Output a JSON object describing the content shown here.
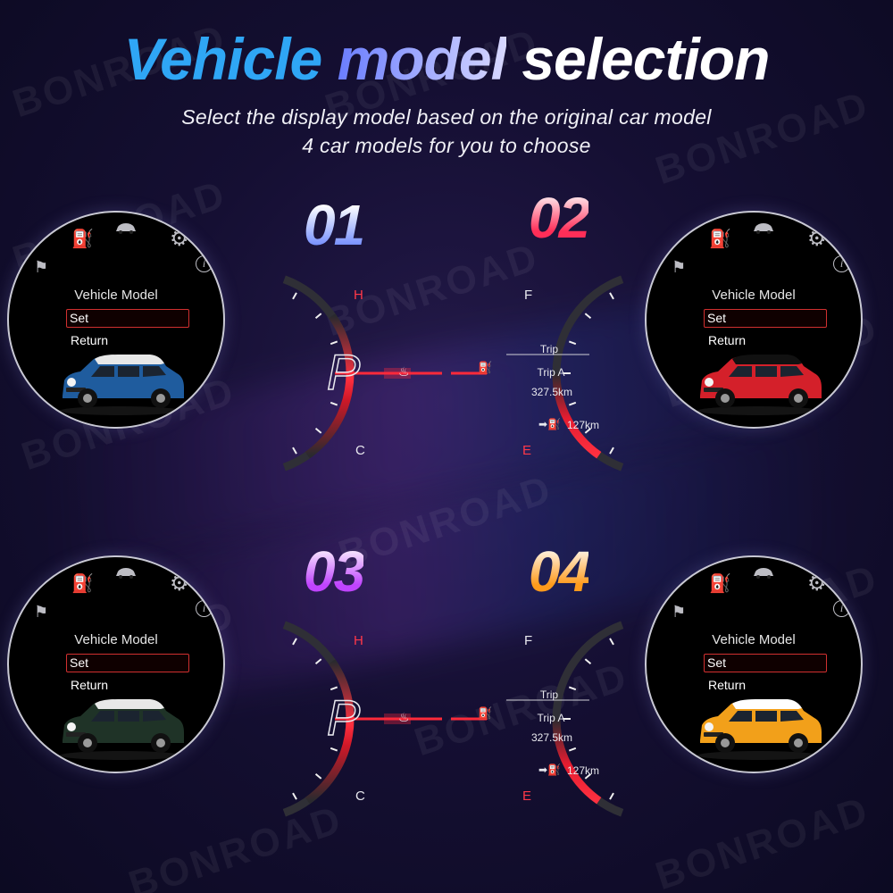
{
  "header": {
    "title_word1": "Vehicle",
    "title_word2": "model",
    "title_word3": "selection",
    "subtitle_line1": "Select the display model based on the original car model",
    "subtitle_line2": "4 car models for you to choose"
  },
  "watermark": "BONROAD",
  "models": [
    {
      "number": "01",
      "accent": "#4a6cff",
      "car_color": "#1f5c9e",
      "roof_color": "#e8e8e8"
    },
    {
      "number": "02",
      "accent": "#ff2e58",
      "car_color": "#d4202a",
      "roof_color": "#111111"
    },
    {
      "number": "03",
      "accent": "#c044ff",
      "car_color": "#1f3327",
      "roof_color": "#e8e8e8"
    },
    {
      "number": "04",
      "accent": "#ff9a1c",
      "car_color": "#f2a01a",
      "roof_color": "#ffffff"
    }
  ],
  "screen": {
    "title": "Vehicle Model",
    "menu_set": "Set",
    "menu_return": "Return",
    "icons": [
      "fuel-pump-icon",
      "car-icon",
      "gear-icon",
      "checkered-flag-icon",
      "info-icon"
    ]
  },
  "left_gauge": {
    "gear": "P",
    "hot_label": "H",
    "cold_label": "C"
  },
  "right_gauge": {
    "full_label": "F",
    "empty_label": "E",
    "trip_header": "Trip",
    "trip_name": "Trip A",
    "trip_value": "327.5km",
    "range_value": "127km"
  }
}
